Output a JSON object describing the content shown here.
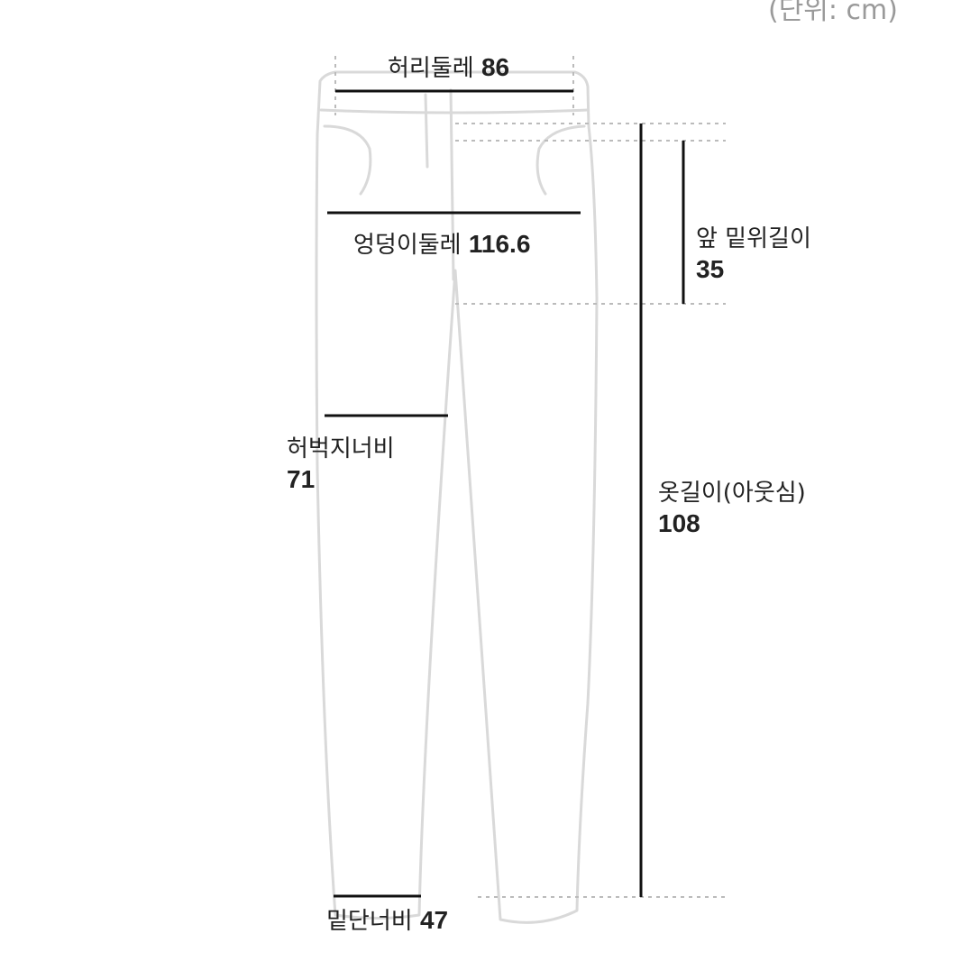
{
  "unit_note": "(단위: cm)",
  "measurements": {
    "waist": {
      "label": "허리둘레",
      "value": "86"
    },
    "hip": {
      "label": "엉덩이둘레",
      "value": "116.6"
    },
    "front_rise": {
      "label": "앞 밑위길이",
      "value": "35"
    },
    "thigh": {
      "label": "허벅지너비",
      "value": "71"
    },
    "length": {
      "label": "옷길이(아웃심)",
      "value": "108"
    },
    "hem": {
      "label": "밑단너비",
      "value": "47"
    }
  },
  "colors": {
    "text": "#222222",
    "measure_line": "#111111",
    "guide_dotted": "#bbbbbb",
    "outline": "#d9d9d9",
    "unit_text": "#9a9a9a"
  }
}
